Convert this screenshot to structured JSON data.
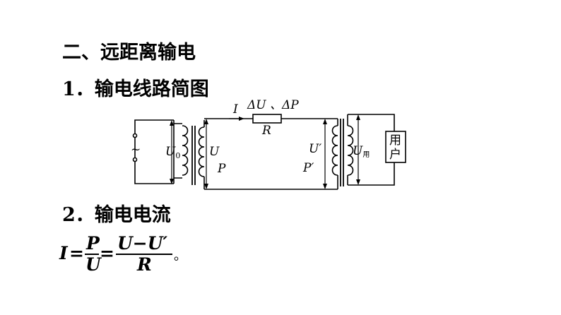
{
  "heading": "二、远距离输电",
  "item1": {
    "number": "1",
    "text": "．输电线路简图"
  },
  "item2": {
    "number": "2",
    "text": "．输电电流"
  },
  "diagram": {
    "source_symbol": "~",
    "u0_label": "U",
    "u0_sub": "0",
    "u_label": "U",
    "p_label": "P",
    "current_label": "I",
    "resistor_top": "ΔU 、ΔP",
    "resistor_label": "R",
    "u_prime_label": "U′",
    "p_prime_label": "P′",
    "u_user_label": "U",
    "u_user_sub": "用",
    "load_line1": "用",
    "load_line2": "户"
  },
  "formula": {
    "lhs": "I",
    "eq1": "=",
    "frac1_num": "P",
    "frac1_den": "U",
    "eq2": "=",
    "frac2_num": "U−U′",
    "frac2_den": "R",
    "end": "。"
  }
}
